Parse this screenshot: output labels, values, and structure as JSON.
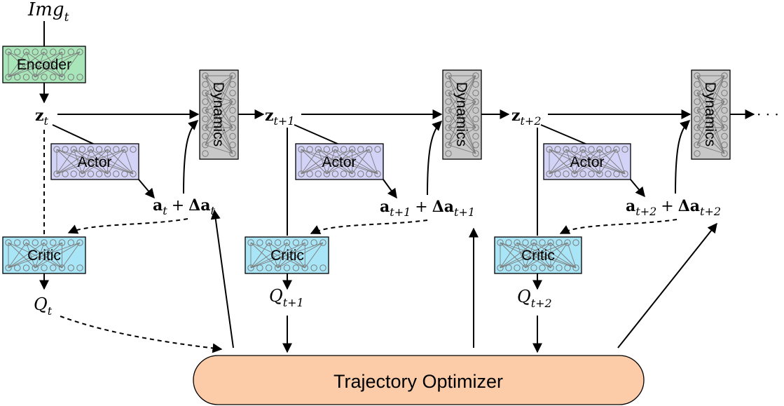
{
  "input_label": {
    "base": "Img",
    "sub": "t"
  },
  "encoder": {
    "label": "Encoder",
    "color": "#a8e6b9"
  },
  "steps": [
    {
      "z": {
        "base": "z",
        "sub": "t"
      },
      "action": {
        "a": "a",
        "sub": "t",
        "plus": "+",
        "delta": "Δa",
        "delta_sub": "t"
      },
      "q": {
        "base": "Q",
        "sub": "t"
      }
    },
    {
      "z": {
        "base": "z",
        "sub": "t+1"
      },
      "action": {
        "a": "a",
        "sub": "t+1",
        "plus": "+",
        "delta": "Δa",
        "delta_sub": "t+1"
      },
      "q": {
        "base": "Q",
        "sub": "t+1"
      }
    },
    {
      "z": {
        "base": "z",
        "sub": "t+2"
      },
      "action": {
        "a": "a",
        "sub": "t+2",
        "plus": "+",
        "delta": "Δa",
        "delta_sub": "t+2"
      },
      "q": {
        "base": "Q",
        "sub": "t+2"
      }
    }
  ],
  "actor": {
    "label": "Actor",
    "color": "#d3d3f7"
  },
  "critic": {
    "label": "Critic",
    "color": "#a8e6f7"
  },
  "dynamics": {
    "label": "Dynamics",
    "color": "#c8c8c8"
  },
  "ellipsis": "· · ·",
  "optimizer": {
    "label": "Trajectory Optimizer",
    "color": "#fccba8"
  }
}
